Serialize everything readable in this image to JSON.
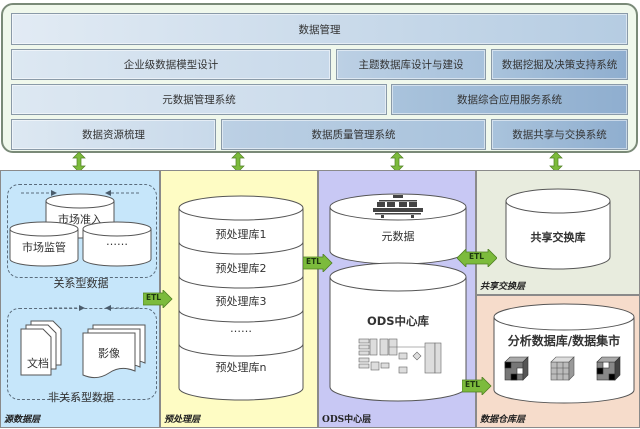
{
  "management": {
    "title": "数据管理",
    "row2": [
      "企业级数据模型设计",
      "主题数据库设计与建设",
      "数据挖掘及决策支持系统"
    ],
    "row3": [
      "元数据管理系统",
      "数据综合应用服务系统"
    ],
    "row4": [
      "数据资源梳理",
      "数据质量管理系统",
      "数据共享与交换系统"
    ]
  },
  "zones": {
    "source": {
      "label": "源数据层",
      "relational": {
        "label": "关系型数据",
        "dbs": [
          "市场准入",
          "市场监管",
          "……"
        ]
      },
      "nonrelational": {
        "label": "非关系型数据",
        "items": [
          "文档",
          "影像"
        ]
      }
    },
    "preprocess": {
      "label": "预处理层",
      "layers": [
        "预处理库1",
        "预处理库2",
        "预处理库3",
        "……",
        "预处理库n"
      ]
    },
    "ods": {
      "label": "ODS中心层",
      "metadata": "元数据",
      "center": "ODS中心库"
    },
    "share": {
      "label": "共享交换层",
      "db": "共享交换库"
    },
    "warehouse": {
      "label": "数据仓库层",
      "db": "分析数据库/数据集市"
    }
  },
  "etl_label": "ETL",
  "colors": {
    "arrow_green": "#7cbb3c",
    "source_zone": "#c6e6fa",
    "preprocess_zone": "#fefcc4",
    "ods_zone": "#c8c8f4",
    "share_zone": "#e8ecde",
    "warehouse_zone": "#f6dccb"
  }
}
